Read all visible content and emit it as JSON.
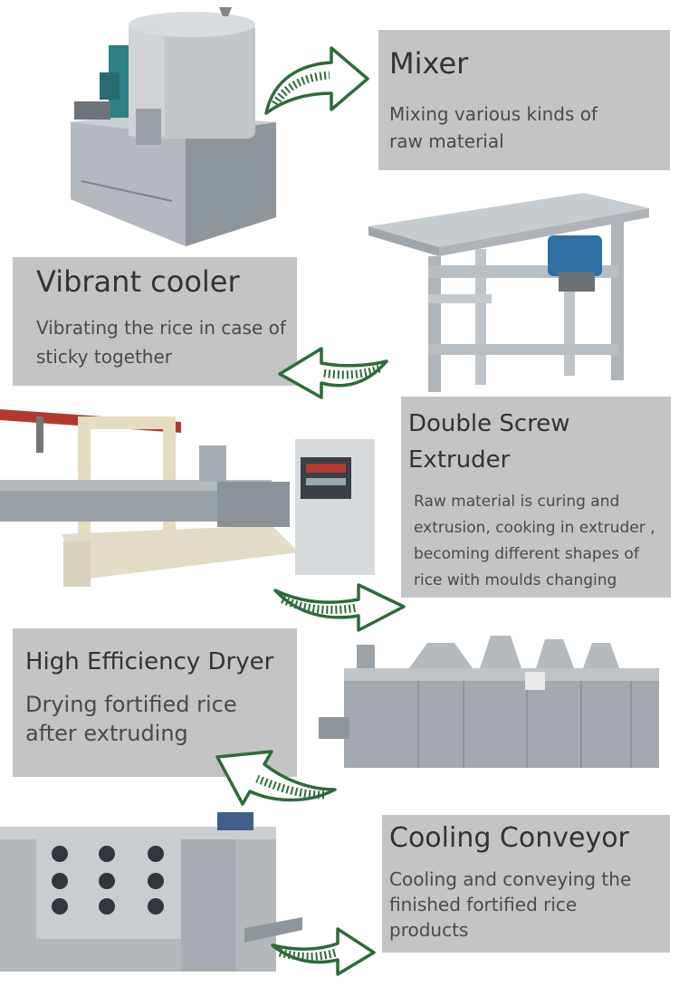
{
  "colors": {
    "panel": "#c4c4c4",
    "arrow_stroke": "#2e6b3a",
    "arrow_fill": "#ffffff",
    "machine_steel": "#a8aeb3",
    "motor_teal": "#2e7f86",
    "rail_red": "#b03a2e"
  },
  "steps": [
    {
      "title": "Mixer",
      "desc": "Mixing various kinds of raw material"
    },
    {
      "title": "Vibrant cooler",
      "desc": "Vibrating the rice in case of sticky together"
    },
    {
      "title": "Double Screw Extruder",
      "desc": "Raw material is curing and extrusion, cooking in extruder , becoming different shapes of rice with moulds changing"
    },
    {
      "title": "High Efficiency Dryer",
      "desc": "Drying fortified rice after extruding"
    },
    {
      "title": "Cooling Conveyor",
      "desc": "Cooling and conveying the finished fortified rice products"
    }
  ],
  "icons": [
    "mixer-machine-image",
    "vibrant-cooler-machine-image",
    "extruder-machine-image",
    "dryer-machine-image",
    "cooling-conveyor-machine-image",
    "curved-arrow-icon"
  ]
}
